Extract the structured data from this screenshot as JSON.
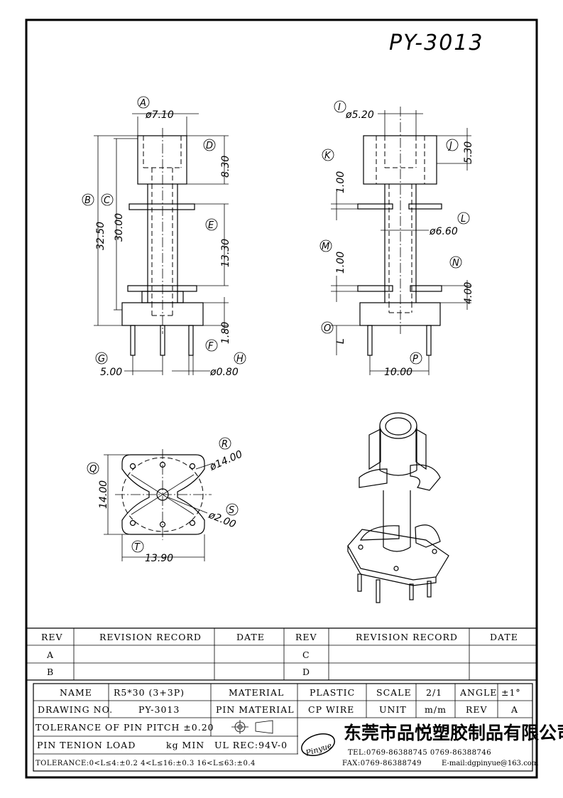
{
  "drawing_title": "PY-3013",
  "dimensions": {
    "d_a": "ø7.10",
    "d_i": "ø5.20",
    "h_b": "32.50",
    "h_c": "30.00",
    "h_d": "8.30",
    "h_e": "13.30",
    "h_f": "1.80",
    "w_g": "5.00",
    "d_h": "ø0.80",
    "h_j": "5.30",
    "h_k": "1.00",
    "d_l": "ø6.60",
    "h_m": "1.00",
    "h_n": "4.00",
    "l_o": "L",
    "w_p": "10.00",
    "h_q": "14.00",
    "d_r": "ø14.00",
    "d_s": "ø2.00",
    "w_t": "13.90"
  },
  "callouts": [
    "A",
    "B",
    "C",
    "D",
    "E",
    "F",
    "G",
    "H",
    "I",
    "J",
    "K",
    "L",
    "M",
    "N",
    "O",
    "P",
    "Q",
    "R",
    "S",
    "T"
  ],
  "revision_table": {
    "headers": [
      "REV",
      "REVISION RECORD",
      "DATE",
      "REV",
      "REVISION RECORD",
      "DATE"
    ],
    "rows": [
      [
        "A",
        "",
        "",
        "C",
        "",
        ""
      ],
      [
        "B",
        "",
        "",
        "D",
        "",
        ""
      ]
    ]
  },
  "title_block": {
    "name_label": "NAME",
    "name_value": "R5*30 (3+3P)",
    "material_label": "MATERIAL",
    "material_value": "PLASTIC",
    "scale_label": "SCALE",
    "scale_value": "2/1",
    "angle_label": "ANGLE",
    "angle_value": "±1°",
    "drawing_no_label": "DRAWING NO.",
    "drawing_no_value": "PY-3013",
    "pin_material_label": "PIN MATERIAL",
    "pin_material_value": "CP WIRE",
    "unit_label": "UNIT",
    "unit_value": "m/m",
    "rev_label": "REV",
    "rev_value": "A",
    "tolerance_pitch": "TOLERANCE OF PIN PITCH ±0.20",
    "pin_tension_label": "PIN TENION LOAD",
    "pin_tension_value": "kg MIN",
    "ul_rec": "UL REC:94V-0",
    "tolerance_ranges": "TOLERANCE:0<L≤4:±0.2  4<L≤16:±0.3  16<L≤63:±0.4"
  },
  "company": {
    "logo_text": "Pinyue",
    "name_cn": "东莞市品悦塑胶制品有限公司",
    "tel": "TEL:0769-86388745    0769-86388746",
    "fax": "FAX:0769-86388749",
    "email": "E-mail:dgpinyue@163.com"
  }
}
